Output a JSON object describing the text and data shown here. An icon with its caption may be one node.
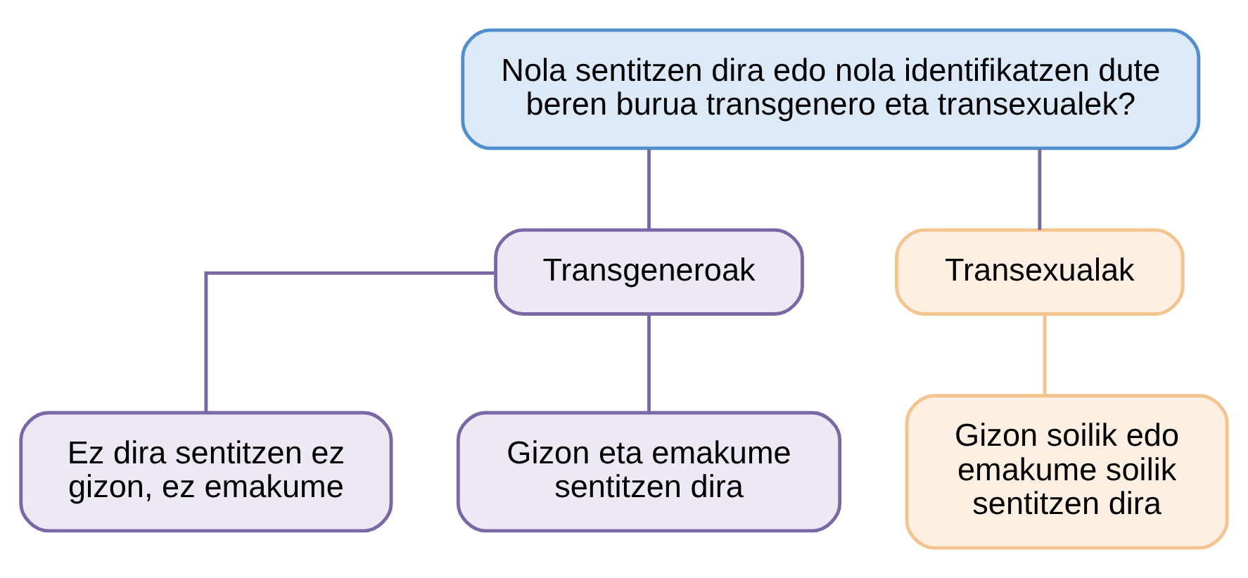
{
  "diagram": {
    "nodes": [
      {
        "text": [
          "Nola sentitzen dira edo nola identifikatzen dute beren burua transgenero eta transexualek?"
        ]
      },
      {
        "text": [
          "Transgeneroak"
        ]
      },
      {
        "text": [
          "Transexualak"
        ]
      },
      {
        "text": [
          "Ez dira sentitzen ez gizon, ez emakume"
        ]
      },
      {
        "text": [
          "Gizon eta emakume sentitzen dira"
        ]
      },
      {
        "text": [
          "Gizon soilik edo emakume soilik sentitzen dira"
        ]
      }
    ],
    "edges": [
      {
        "from": 0,
        "to": 1,
        "arrow": "none"
      },
      {
        "from": 0,
        "to": 2,
        "arrow": "none"
      },
      {
        "from": 1,
        "to": 3,
        "arrow": "none"
      },
      {
        "from": 1,
        "to": 4,
        "arrow": "none"
      },
      {
        "from": 2,
        "to": 5,
        "arrow": "none",
        "color": "#f5c48e"
      }
    ]
  }
}
